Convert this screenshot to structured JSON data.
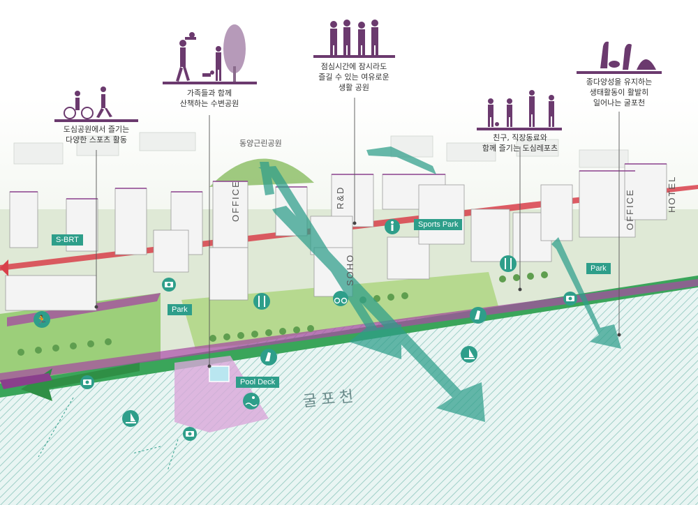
{
  "annotations": {
    "sports_activities": {
      "lines": [
        "도심공원에서 즐기는",
        "다양한 스포츠 활동"
      ]
    },
    "waterfront_walk": {
      "lines": [
        "가족들과 함께",
        "산책하는 수변공원"
      ]
    },
    "lunch_park": {
      "lines": [
        "점심시간에 잠시라도",
        "즐길 수 있는 여유로운",
        "생활 공원"
      ]
    },
    "office_leisure": {
      "lines": [
        "친구, 직장동료와",
        "함께 즐기는 도심레포츠"
      ]
    },
    "ecology": {
      "lines": [
        "종다양성을 유지하는",
        "생태활동이 활발히",
        "일어나는 굴포천"
      ]
    }
  },
  "place_labels": {
    "park_name": "동양근린공원",
    "river_name": "굴포천"
  },
  "map_tags": {
    "s_brt": "S-BRT",
    "park_left": "Park",
    "park_right": "Park",
    "sports_park": "Sports Park",
    "pool_deck": "Pool Deck"
  },
  "building_signs": {
    "office_a": "OFFICE",
    "rnd": "R&D",
    "soho": "SOHO",
    "office_b": "OFFICE",
    "hotel": "HOTEL"
  },
  "colors": {
    "purple": "#6b3a6e",
    "teal": "#2e9e8a",
    "green": "#3aa55a",
    "magenta_path": "#a54fa0",
    "water": "#cfe7e3"
  },
  "icons": [
    "cyclist-runner-icon",
    "family-walk-icon",
    "people-group-icon",
    "sports-group-icon",
    "birds-icon",
    "walking-icon",
    "camera-icon",
    "dining-icon",
    "cycling-icon",
    "heron-icon",
    "sailboat-icon",
    "swimming-icon",
    "running-icon"
  ]
}
